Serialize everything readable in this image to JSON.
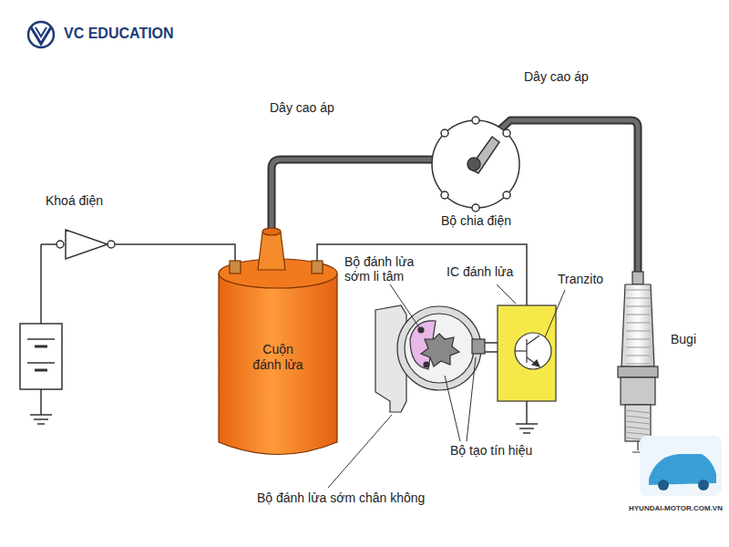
{
  "diagram": {
    "nodes": [
      {
        "text": [
          "Cuộn đánh lửa"
        ]
      }
    ],
    "labels": [
      "VC EDUCATION",
      "Dây cao áp",
      "Dây cao áp",
      "Khoá điện",
      "Bộ chia điện",
      "Bộ đánh lửa sớm li tâm",
      "IC đánh lửa",
      "Tranzito",
      "Bugi",
      "Bộ tạo tín hiệu",
      "Bộ đánh lửa sớm chân không",
      "HYUNDAI-MOTOR.COM.VN"
    ]
  }
}
